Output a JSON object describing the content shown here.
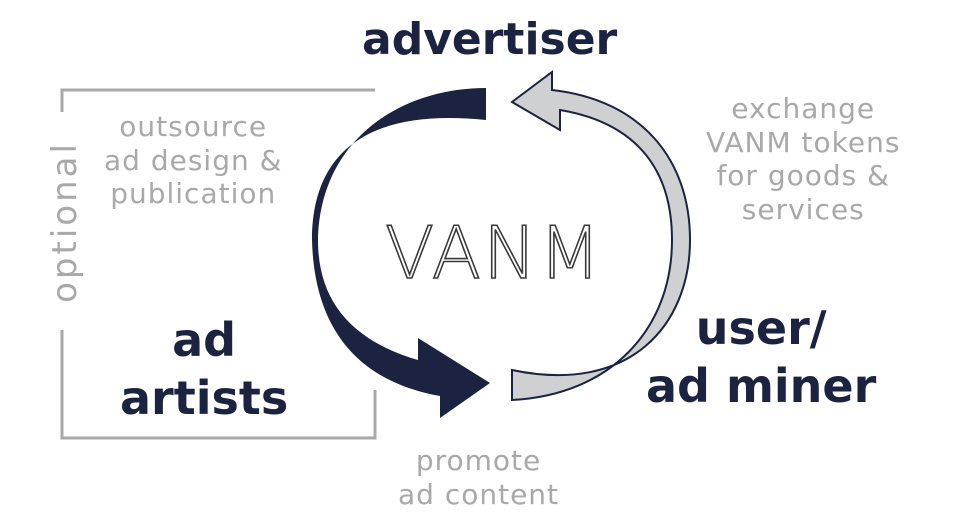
{
  "colors": {
    "dark_arrow": "#1c2340",
    "light_arrow_fill": "#cfd0d2",
    "light_arrow_stroke": "#1c2340",
    "muted_text": "#a9a9a9",
    "bracket": "#a9a9a9"
  },
  "center_logo": "VANM",
  "nodes": {
    "advertiser": "advertiser",
    "ad_artists": [
      "ad",
      "artists"
    ],
    "user": [
      "user/",
      "ad miner"
    ]
  },
  "flows": {
    "outsource": [
      "outsource",
      "ad design &",
      "publication"
    ],
    "exchange": [
      "exchange",
      "VANM tokens",
      "for goods &",
      "services"
    ],
    "promote": [
      "promote",
      "ad content"
    ]
  },
  "optional_label": "optional"
}
